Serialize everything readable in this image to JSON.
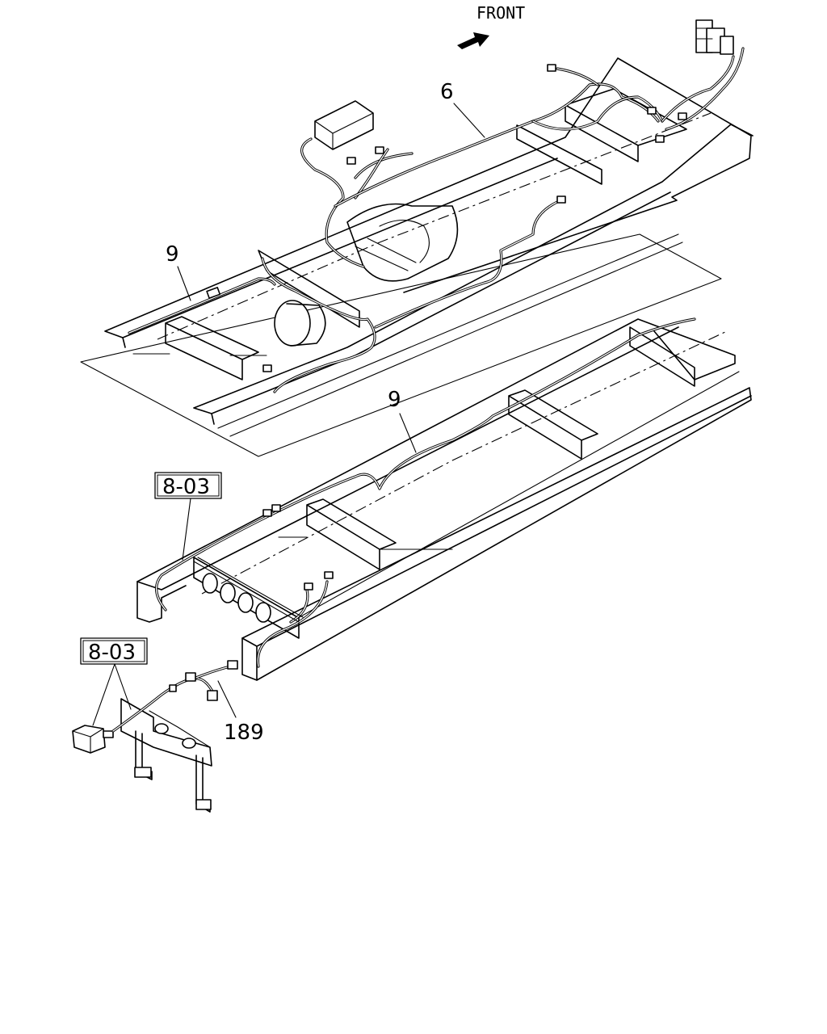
{
  "front_label": "FRONT",
  "callouts": {
    "harness_6": "6",
    "harness_9_upper": "9",
    "harness_9_lower": "9",
    "harness_189": "189"
  },
  "reference_boxes": {
    "ref_upper": "8-03",
    "ref_lower": "8-03"
  }
}
